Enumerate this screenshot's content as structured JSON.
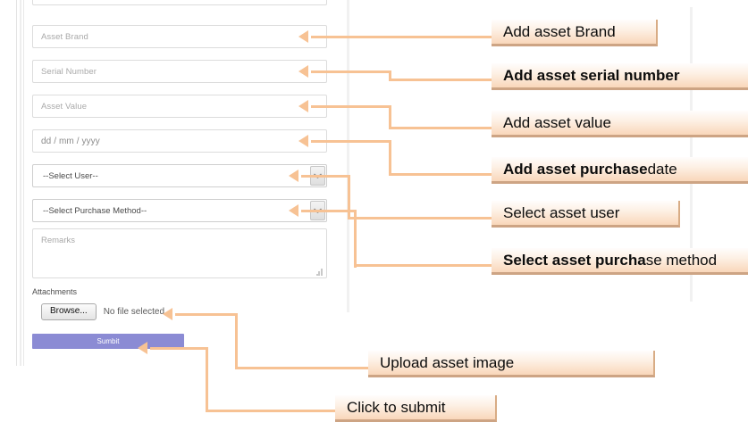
{
  "form": {
    "fields": [
      {
        "name": "asset-brand",
        "placeholder": "Asset Brand"
      },
      {
        "name": "serial-number",
        "placeholder": "Serial Number"
      },
      {
        "name": "asset-value",
        "placeholder": "Asset Value"
      },
      {
        "name": "purchase-date",
        "placeholder": "dd / mm / yyyy"
      }
    ],
    "selects": [
      {
        "name": "user-select",
        "value": "--Select User--"
      },
      {
        "name": "purchase-method-select",
        "value": "--Select Purchase Method--"
      }
    ],
    "remarks": {
      "placeholder": "Remarks"
    },
    "attachments": {
      "label": "Attachments",
      "browse_label": "Browse...",
      "file_status": "No file selected."
    },
    "submit_label": "Sumbit"
  },
  "annotations": [
    {
      "id": "brand",
      "text": "Add asset Brand"
    },
    {
      "id": "serial",
      "text": "Add asset serial number"
    },
    {
      "id": "value",
      "text": "Add asset value"
    },
    {
      "id": "date",
      "text_bold": "Add asset purchase",
      "text_rest": " date"
    },
    {
      "id": "user",
      "text": "Select asset user"
    },
    {
      "id": "method",
      "text_bold": "Select asset purcha",
      "text_rest": "se method"
    },
    {
      "id": "upload",
      "text": "Upload asset image"
    },
    {
      "id": "submit",
      "text": "Click to submit"
    }
  ],
  "colors": {
    "callout_fill": "#f9d7ba",
    "callout_border": "#cda484",
    "connector": "#f7c294",
    "submit_button": "#8b8bd4",
    "field_border": "#dcdcdc",
    "placeholder_text": "#a9a9a9"
  }
}
